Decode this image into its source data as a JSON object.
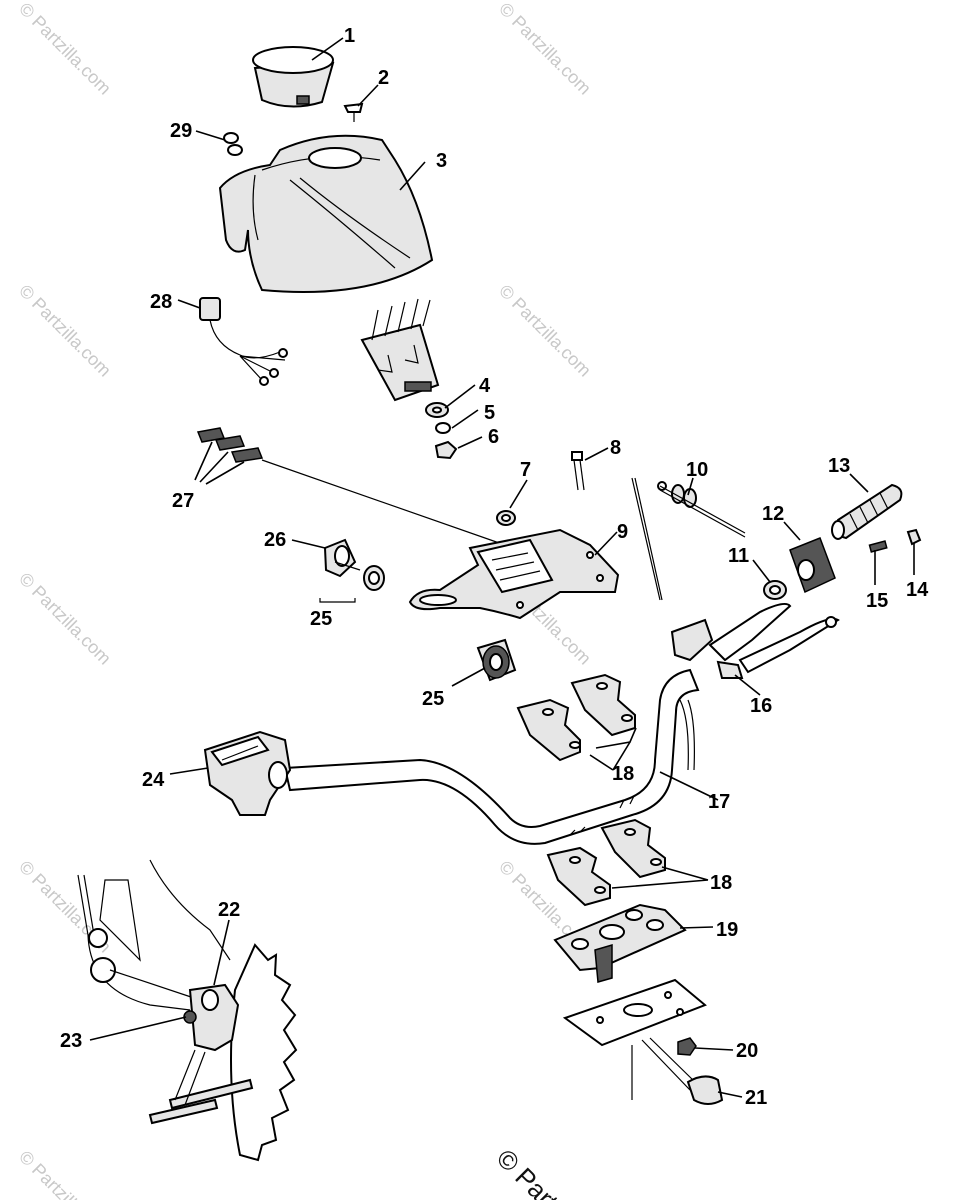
{
  "watermarks": [
    "© Partzilla.com",
    "© Partzilla.com",
    "© Partzilla.com",
    "© Partzilla.com",
    "© Partzilla.com",
    "© Partzilla.com",
    "© Partzilla.com",
    "© Partzilla.com",
    "© Partzilla.com"
  ],
  "bottom_watermark": "© Partz",
  "callouts": {
    "c1": "1",
    "c2": "2",
    "c3": "3",
    "c4": "4",
    "c5": "5",
    "c6": "6",
    "c7": "7",
    "c8": "8",
    "c9": "9",
    "c10": "10",
    "c11": "11",
    "c12": "12",
    "c13": "13",
    "c14": "14",
    "c15": "15",
    "c16": "16",
    "c17": "17",
    "c18a": "18",
    "c18b": "18",
    "c19": "19",
    "c20": "20",
    "c21": "21",
    "c22": "22",
    "c23": "23",
    "c24": "24",
    "c25a": "25",
    "c25b": "25",
    "c26": "26",
    "c27": "27",
    "c28": "28",
    "c29": "29"
  }
}
